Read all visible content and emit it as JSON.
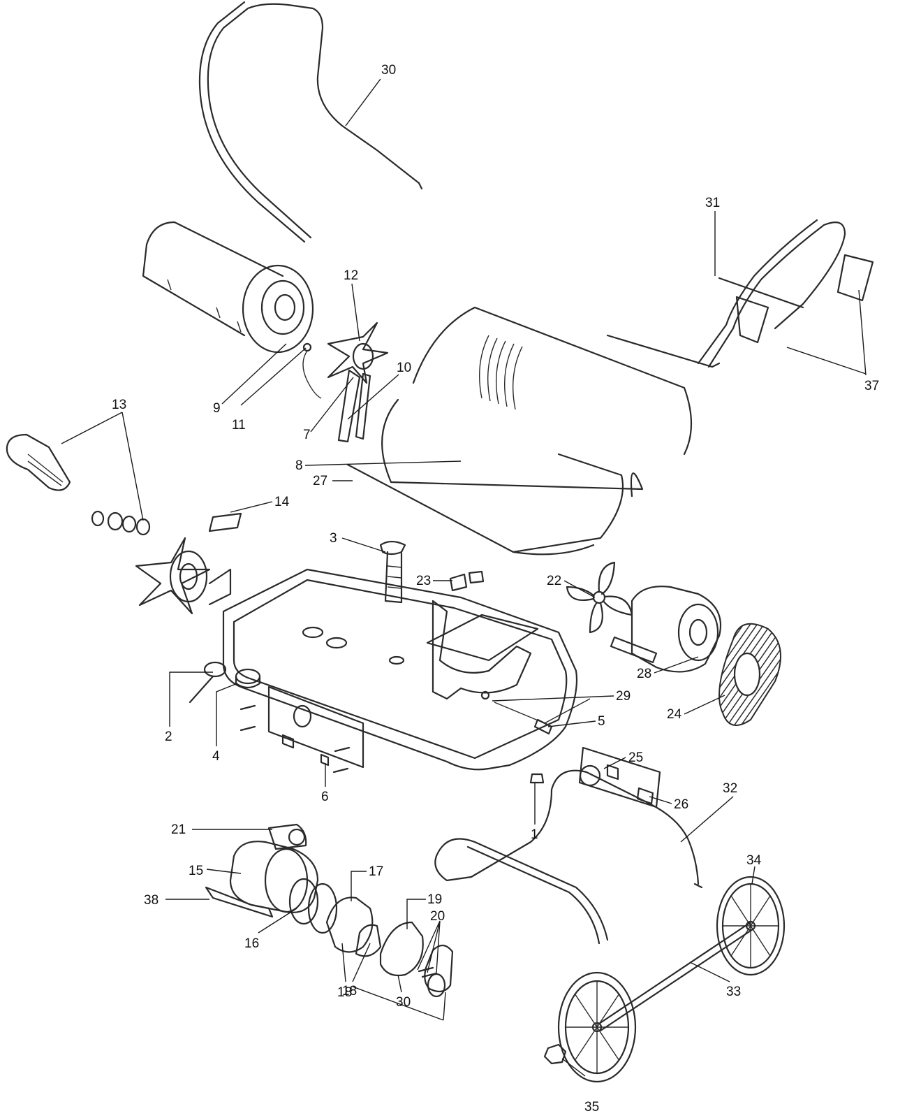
{
  "diagram": {
    "accent_color": "#2a2a2a",
    "callouts": [
      {
        "id": "c30a",
        "text": "30"
      },
      {
        "id": "c31",
        "text": "31"
      },
      {
        "id": "c37",
        "text": "37"
      },
      {
        "id": "c12",
        "text": "12"
      },
      {
        "id": "c10",
        "text": "10"
      },
      {
        "id": "c9",
        "text": "9"
      },
      {
        "id": "c11",
        "text": "11"
      },
      {
        "id": "c7",
        "text": "7"
      },
      {
        "id": "c13",
        "text": "13"
      },
      {
        "id": "c8",
        "text": "8"
      },
      {
        "id": "c27",
        "text": "27"
      },
      {
        "id": "c14",
        "text": "14"
      },
      {
        "id": "c3",
        "text": "3"
      },
      {
        "id": "c23",
        "text": "23"
      },
      {
        "id": "c22",
        "text": "22"
      },
      {
        "id": "c28",
        "text": "28"
      },
      {
        "id": "c24",
        "text": "24"
      },
      {
        "id": "c29",
        "text": "29"
      },
      {
        "id": "c5",
        "text": "5"
      },
      {
        "id": "c2",
        "text": "2"
      },
      {
        "id": "c4",
        "text": "4"
      },
      {
        "id": "c6",
        "text": "6"
      },
      {
        "id": "c25",
        "text": "25"
      },
      {
        "id": "c26",
        "text": "26"
      },
      {
        "id": "c32",
        "text": "32"
      },
      {
        "id": "c1",
        "text": "1"
      },
      {
        "id": "c21",
        "text": "21"
      },
      {
        "id": "c15",
        "text": "15"
      },
      {
        "id": "c38",
        "text": "38"
      },
      {
        "id": "c16",
        "text": "16"
      },
      {
        "id": "c17",
        "text": "17"
      },
      {
        "id": "c19",
        "text": "19"
      },
      {
        "id": "c20",
        "text": "20"
      },
      {
        "id": "c18a",
        "text": "18"
      },
      {
        "id": "c18b",
        "text": "18"
      },
      {
        "id": "c30b",
        "text": "30"
      },
      {
        "id": "c34",
        "text": "34"
      },
      {
        "id": "c33",
        "text": "33"
      },
      {
        "id": "c35",
        "text": "35"
      }
    ]
  }
}
